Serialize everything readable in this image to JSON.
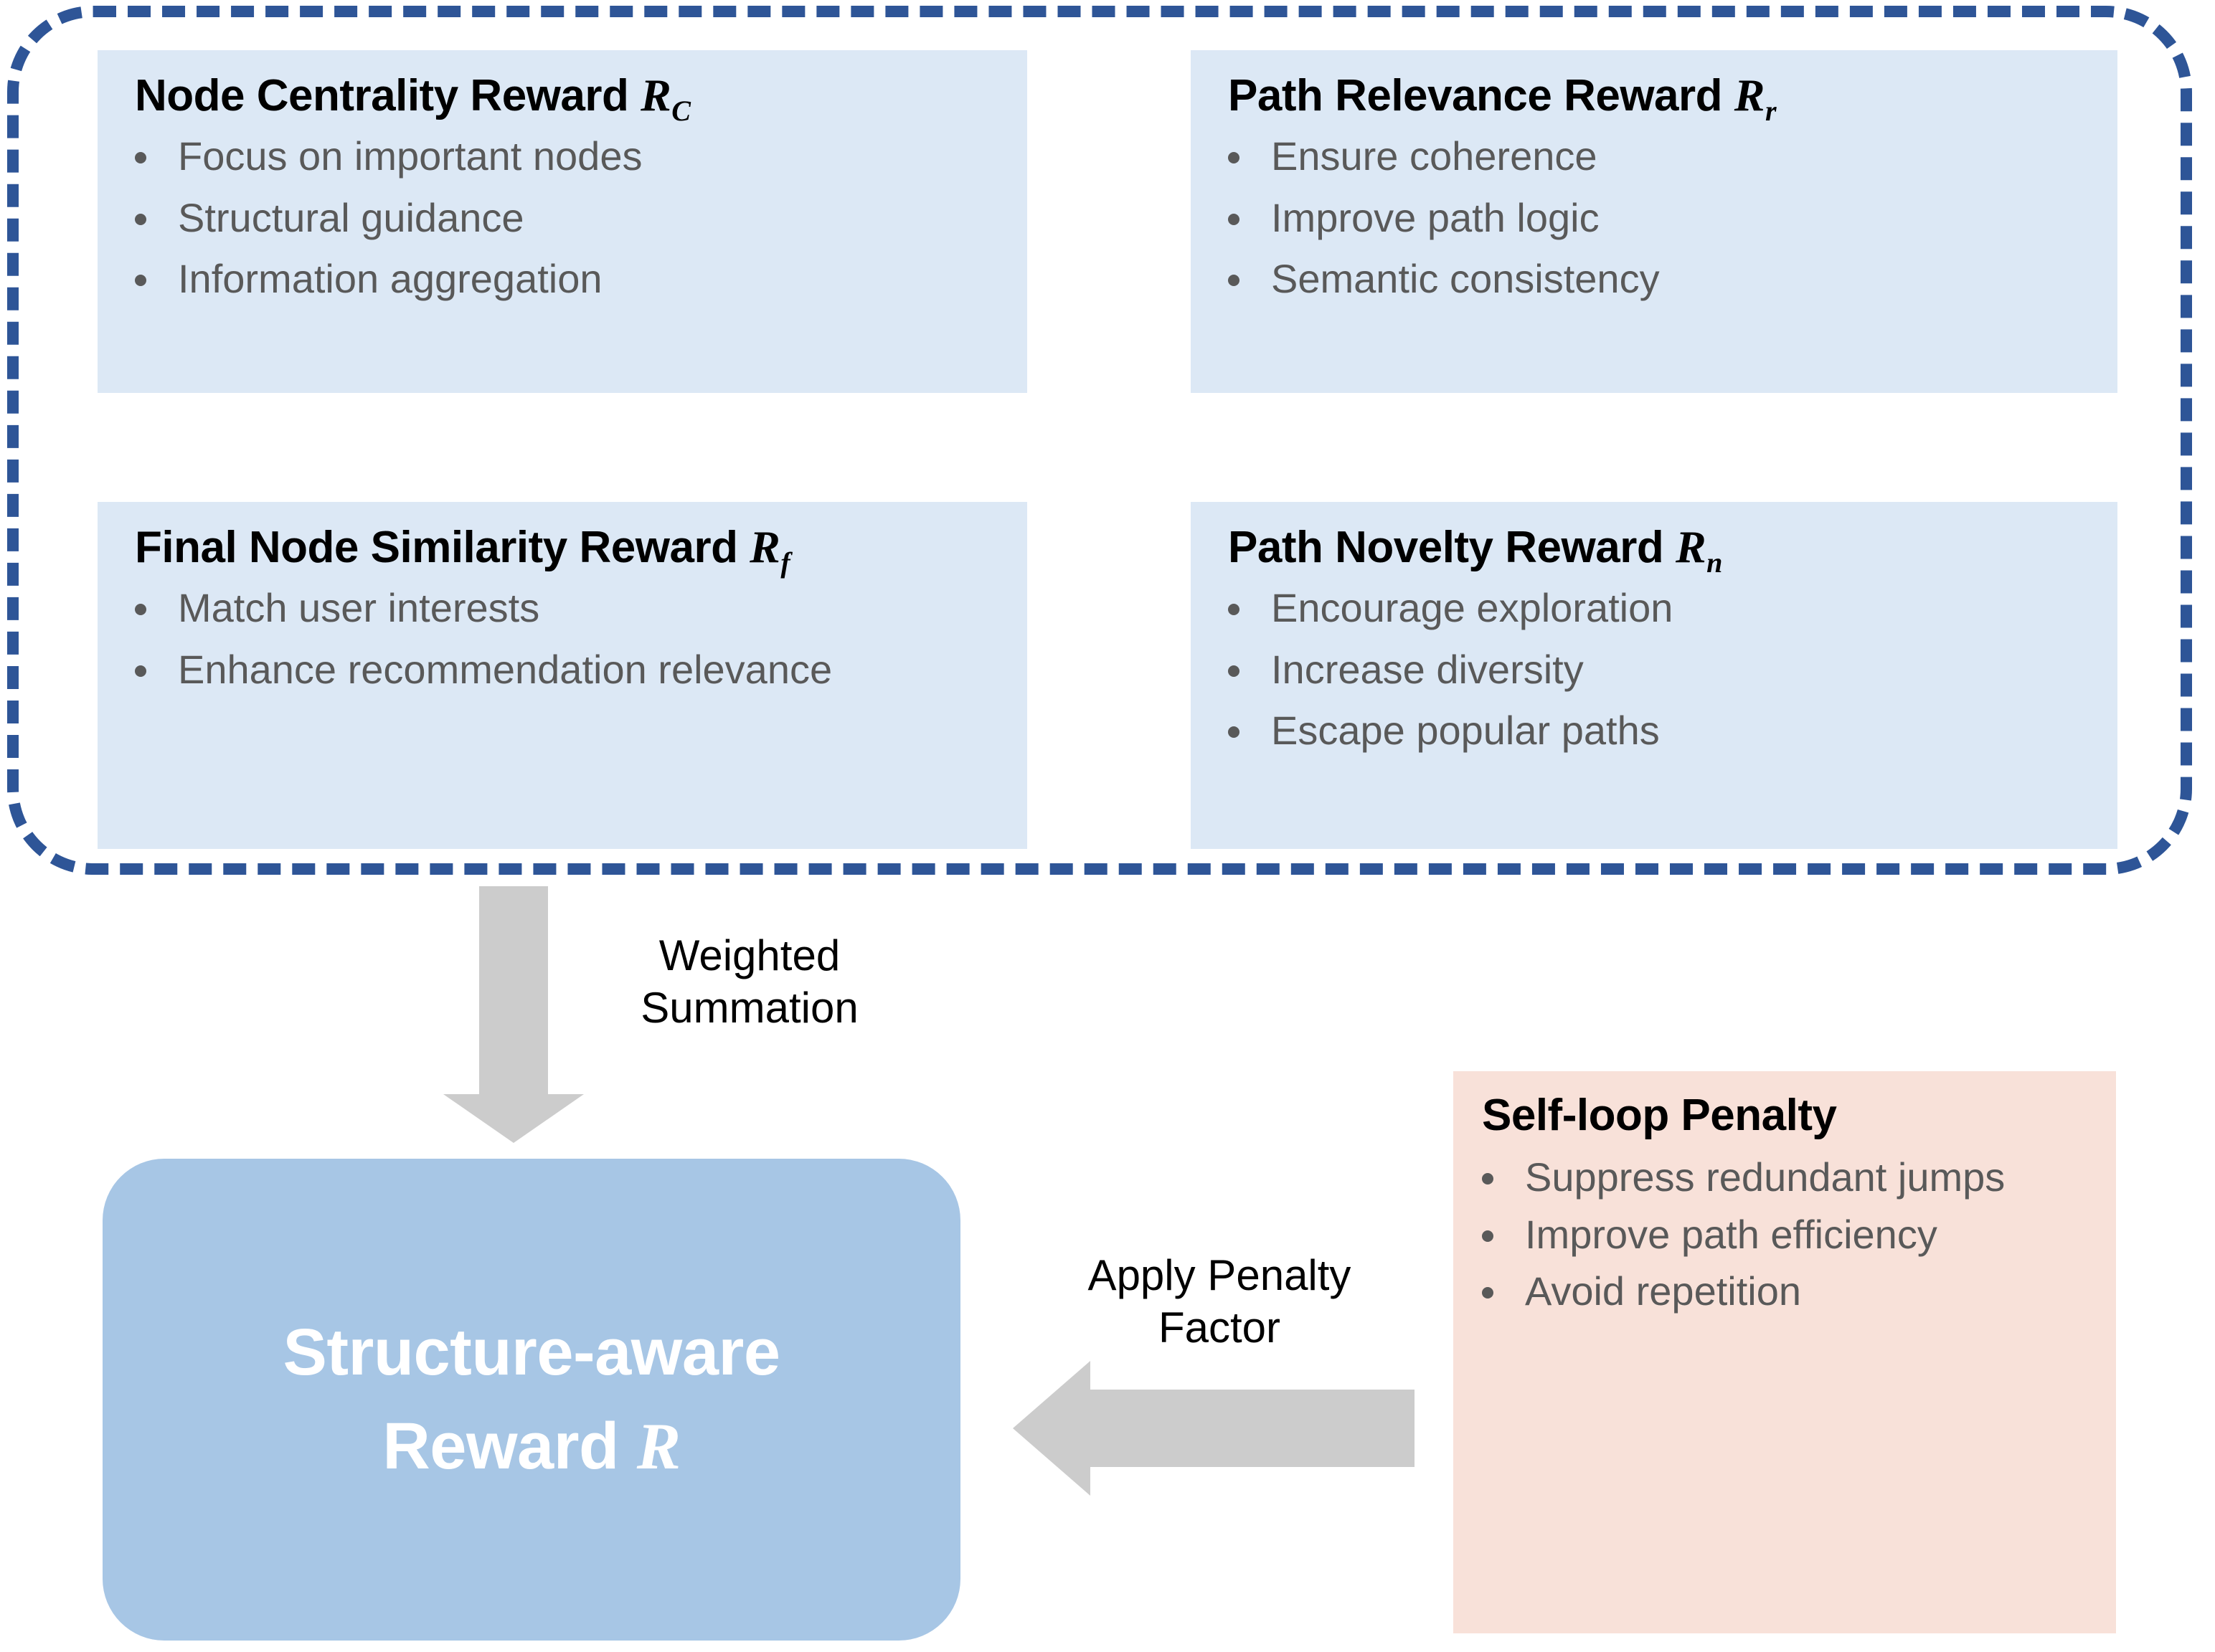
{
  "diagram": {
    "dashed_group": {
      "border_color": "#2E5597",
      "cards": [
        {
          "id": "node-centrality",
          "title_text": "Node Centrality Reward ",
          "symbol": "R",
          "subscript": "C",
          "bullets": [
            "Focus on important nodes",
            "Structural guidance",
            "Information aggregation"
          ]
        },
        {
          "id": "path-relevance",
          "title_text": "Path Relevance Reward ",
          "symbol": "R",
          "subscript": "r",
          "bullets": [
            "Ensure coherence",
            "Improve path logic",
            "Semantic consistency"
          ]
        },
        {
          "id": "final-node-similarity",
          "title_text": "Final Node Similarity Reward ",
          "symbol": "R",
          "subscript": "f",
          "bullets": [
            "Match user interests",
            "Enhance recommendation relevance"
          ]
        },
        {
          "id": "path-novelty",
          "title_text": "Path Novelty Reward ",
          "symbol": "R",
          "subscript": "n",
          "bullets": [
            "Encourage exploration",
            "Increase diversity",
            "Escape popular paths"
          ]
        }
      ],
      "card_fill": "#DCE8F5",
      "bullet_text_color": "#595959"
    },
    "arrows": [
      {
        "id": "weighted-summation",
        "direction": "down",
        "label_line_1": "Weighted",
        "label_line_2": "Summation",
        "color": "#CCCCCC"
      },
      {
        "id": "apply-penalty",
        "direction": "left",
        "label_line_1": "Apply Penalty",
        "label_line_2": "Factor",
        "color": "#CCCCCC"
      }
    ],
    "result_box": {
      "line_1": "Structure-aware",
      "line_2_prefix": "Reward ",
      "line_2_symbol": "R",
      "fill": "#A7C6E5",
      "text_color": "#FFFFFF"
    },
    "penalty_box": {
      "title": "Self-loop Penalty",
      "bullets": [
        "Suppress redundant jumps",
        "Improve path efficiency",
        "Avoid repetition"
      ],
      "fill": "#F8E1D9"
    }
  }
}
